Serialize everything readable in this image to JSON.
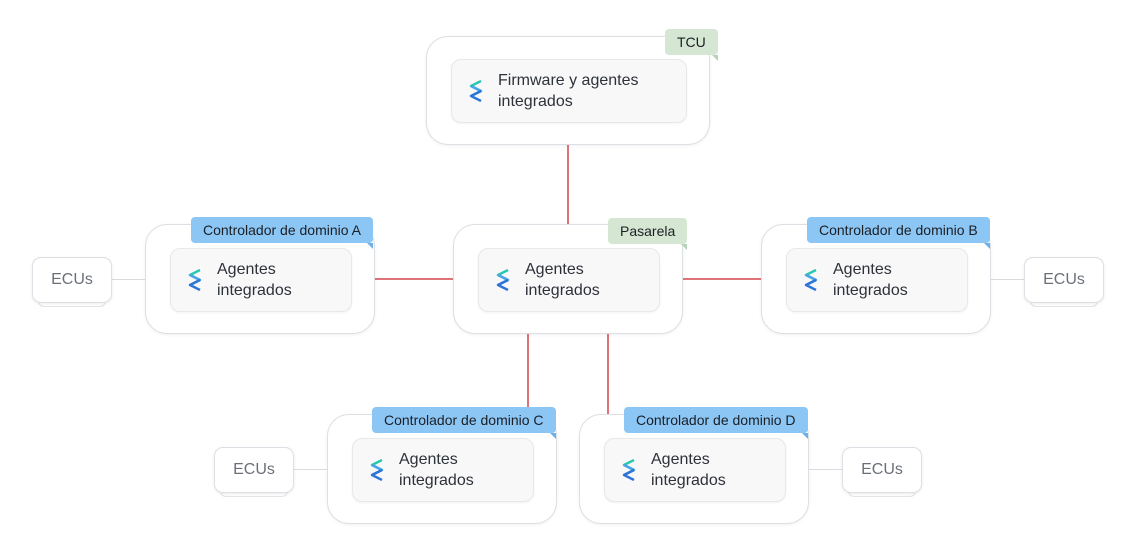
{
  "colors": {
    "link": "#e0727a",
    "domain_tag": "#8cc6f5",
    "gateway_tag": "#d5e6d3"
  },
  "icon": "layered-s-logo-icon",
  "tcu": {
    "tag": "TCU",
    "text_line1": "Firmware y agentes",
    "text_line2": "integrados"
  },
  "gateway": {
    "tag": "Pasarela",
    "text_line1": "Agentes",
    "text_line2": "integrados"
  },
  "domain_a": {
    "tag": "Controlador de dominio A",
    "text_line1": "Agentes",
    "text_line2": "integrados",
    "ecu": "ECUs"
  },
  "domain_b": {
    "tag": "Controlador de dominio B",
    "text_line1": "Agentes",
    "text_line2": "integrados",
    "ecu": "ECUs"
  },
  "domain_c": {
    "tag": "Controlador de dominio C",
    "text_line1": "Agentes",
    "text_line2": "integrados",
    "ecu": "ECUs"
  },
  "domain_d": {
    "tag": "Controlador de dominio D",
    "text_line1": "Agentes",
    "text_line2": "integrados",
    "ecu": "ECUs"
  }
}
